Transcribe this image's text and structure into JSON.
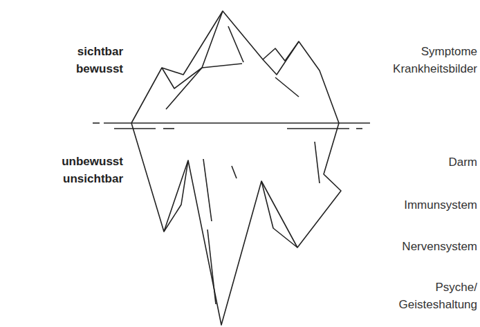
{
  "diagram": {
    "labels": [
      "sichtbar bewusst",
      "Symptome Krankheitsbilder",
      "unbewusst unsichtbar",
      "Darm",
      "Immunsystem",
      "Nervensystem",
      "Psyche/ Geisteshaltung"
    ]
  }
}
